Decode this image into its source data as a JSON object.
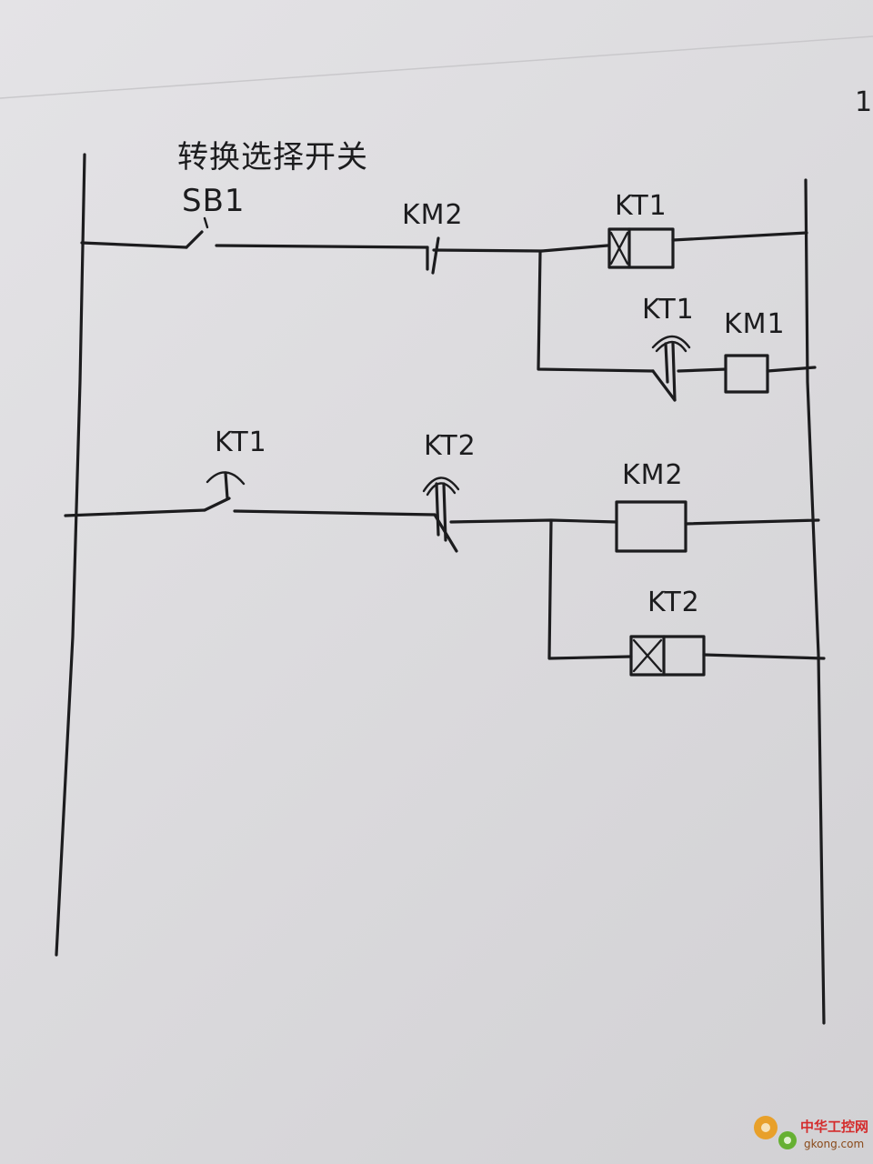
{
  "diagram": {
    "switch_label_top": "转换选择开关",
    "switch_label_bottom": "SB1",
    "labels": {
      "km2_contact_row1": "KM2",
      "kt1_coil": "KT1",
      "kt1_contact_row2": "KT1",
      "km1_coil": "KM1",
      "kt1_contact_row3": "KT1",
      "kt2_contact_row3": "KT2",
      "km2_coil": "KM2",
      "kt2_coil": "KT2"
    },
    "page_mark": "1"
  },
  "watermark": {
    "name": "中华工控网",
    "url": "gkong.com"
  },
  "colors": {
    "paper": "#dcdbde",
    "ink": "#1c1c1e",
    "watermark": "#d42c2c"
  }
}
